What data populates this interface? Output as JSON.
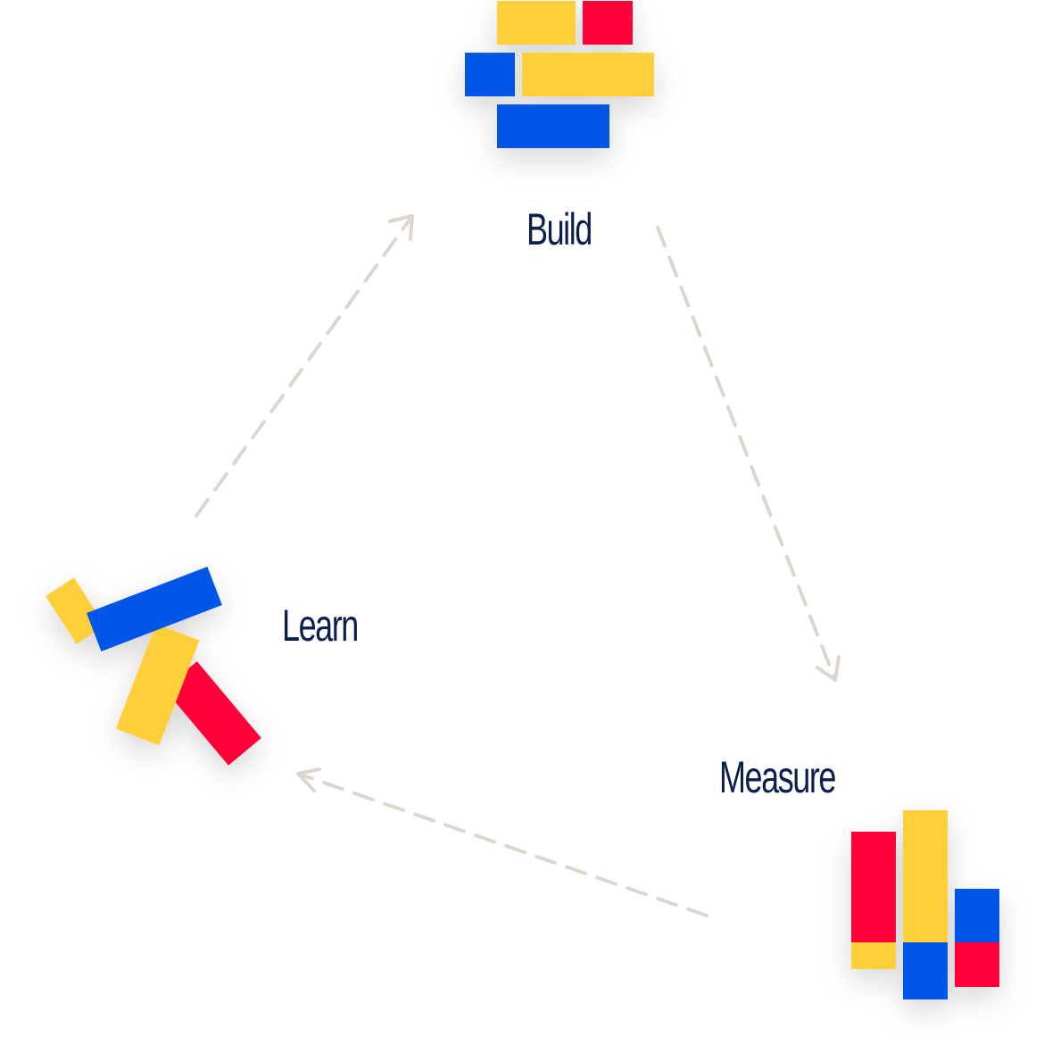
{
  "labels": {
    "build": "Build",
    "learn": "Learn",
    "measure": "Measure"
  },
  "colors": {
    "yellow": "#ffce3a",
    "red": "#ff0037",
    "blue": "#0057e6",
    "text": "#0b1f4d",
    "arrow": "#ddd6cf",
    "shadow": "rgba(0,0,0,0.18)"
  },
  "cycle": [
    "Build",
    "Measure",
    "Learn"
  ]
}
